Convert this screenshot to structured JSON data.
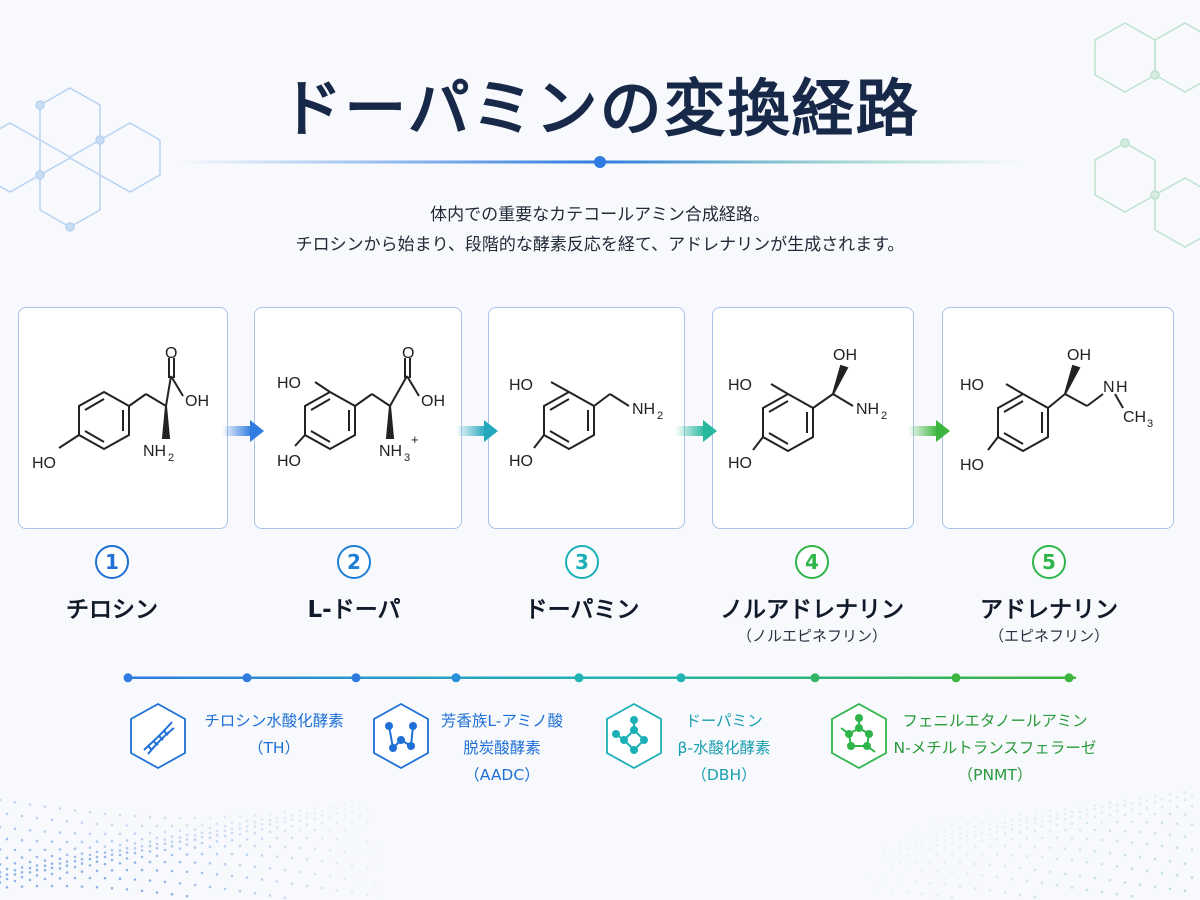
{
  "title": "ドーパミンの変換経路",
  "subtitle": [
    "体内での重要なカテコールアミン合成経路。",
    "チロシンから始まり、段階的な酵素反応を経て、アドレナリンが生成されます。"
  ],
  "compounds": [
    {
      "num": "1",
      "name": "チロシン",
      "sub": "",
      "color": "#1f6fd6"
    },
    {
      "num": "2",
      "name": "L-ドーパ",
      "sub": "",
      "color": "#1f7fd6"
    },
    {
      "num": "3",
      "name": "ドーパミン",
      "sub": "",
      "color": "#1bb0b8"
    },
    {
      "num": "4",
      "name": "ノルアドレナリン",
      "sub": "（ノルエピネフリン）",
      "color": "#2fb54a"
    },
    {
      "num": "5",
      "name": "アドレナリン",
      "sub": "（エピネフリン）",
      "color": "#2fb54a"
    }
  ],
  "structure_labels": {
    "tyrosine": {
      "o": "O",
      "oh": "OH",
      "ho": "HO",
      "nh": "NH",
      "sub2": "2"
    },
    "ldopa": {
      "ho1": "HO",
      "ho2": "HO",
      "o": "O",
      "oh": "OH",
      "nh": "NH",
      "sub3": "3",
      "plus": "+"
    },
    "dopamine": {
      "ho1": "HO",
      "ho2": "HO",
      "nh": "NH",
      "sub2": "2"
    },
    "noradrenaline": {
      "oh": "OH",
      "ho1": "HO",
      "ho2": "HO",
      "nh": "NH",
      "sub2": "2"
    },
    "adrenaline": {
      "oh": "OH",
      "ho1": "HO",
      "ho2": "HO",
      "n": "N",
      "h": "H",
      "ch": "CH",
      "sub3": "3"
    }
  },
  "enzymes": [
    {
      "lines": [
        "チロシン水酸化酵素",
        "（TH）"
      ],
      "icon": "dna-icon",
      "color": "#1f6fd6"
    },
    {
      "lines": [
        "芳香族L-アミノ酸",
        "脱炭酸酵素",
        "（AADC）"
      ],
      "icon": "molecule-icon",
      "color": "#1f6fd6"
    },
    {
      "lines": [
        "ドーパミン",
        "β-水酸化酵素",
        "（DBH）"
      ],
      "icon": "molecule-network-icon",
      "color": "#1bb0b8"
    },
    {
      "lines": [
        "フェニルエタノールアミン",
        "N-メチルトランスフェラーゼ",
        "（PNMT）"
      ],
      "icon": "molecule-cycle-icon",
      "color": "#2fb54a"
    }
  ]
}
